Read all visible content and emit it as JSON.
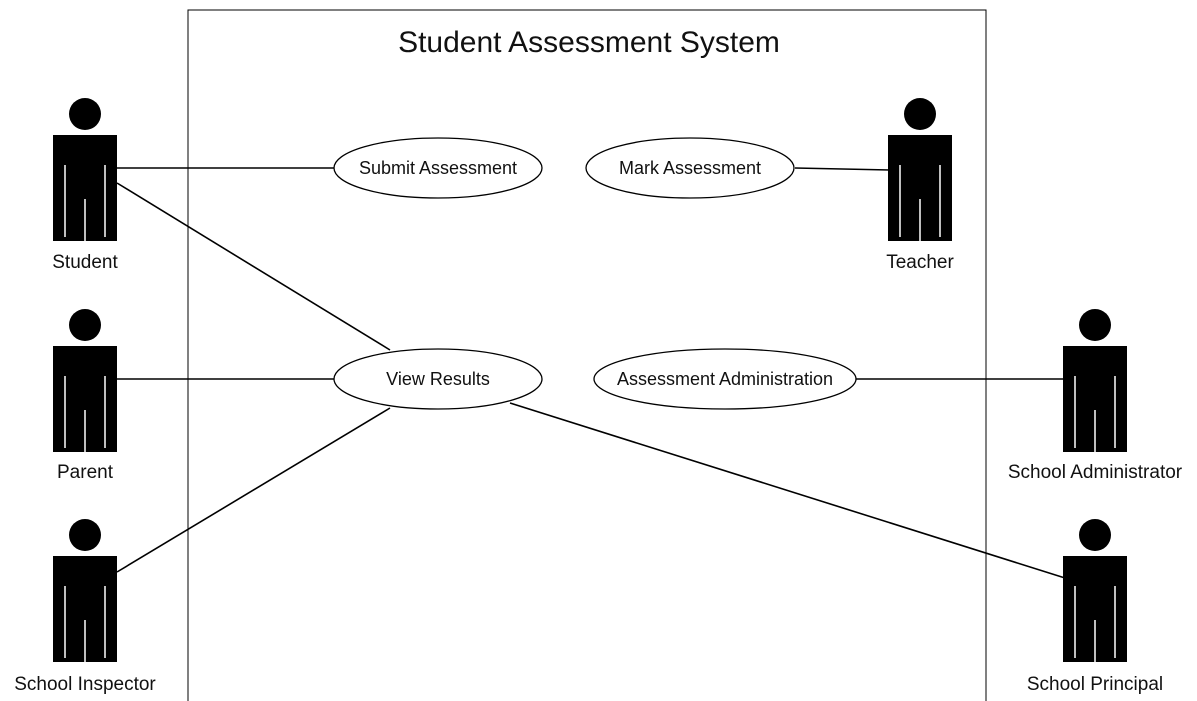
{
  "diagram": {
    "title": "Student Assessment System",
    "colors": {
      "stroke": "#000000",
      "actor_fill": "#000000",
      "background": "#ffffff"
    },
    "actors": [
      {
        "id": "student",
        "label": "Student"
      },
      {
        "id": "parent",
        "label": "Parent"
      },
      {
        "id": "inspector",
        "label": "School Inspector"
      },
      {
        "id": "teacher",
        "label": "Teacher"
      },
      {
        "id": "admin",
        "label": "School Administrator"
      },
      {
        "id": "principal",
        "label": "School Principal"
      }
    ],
    "use_cases": [
      {
        "id": "submit",
        "label": "Submit Assessment"
      },
      {
        "id": "mark",
        "label": "Mark Assessment"
      },
      {
        "id": "view",
        "label": "View Results"
      },
      {
        "id": "admin_uc",
        "label": "Assessment Administration"
      }
    ],
    "associations": [
      {
        "actor": "student",
        "use_case": "submit"
      },
      {
        "actor": "student",
        "use_case": "view"
      },
      {
        "actor": "parent",
        "use_case": "view"
      },
      {
        "actor": "inspector",
        "use_case": "view"
      },
      {
        "actor": "teacher",
        "use_case": "mark"
      },
      {
        "actor": "admin",
        "use_case": "admin_uc"
      },
      {
        "actor": "principal",
        "use_case": "view"
      }
    ]
  }
}
